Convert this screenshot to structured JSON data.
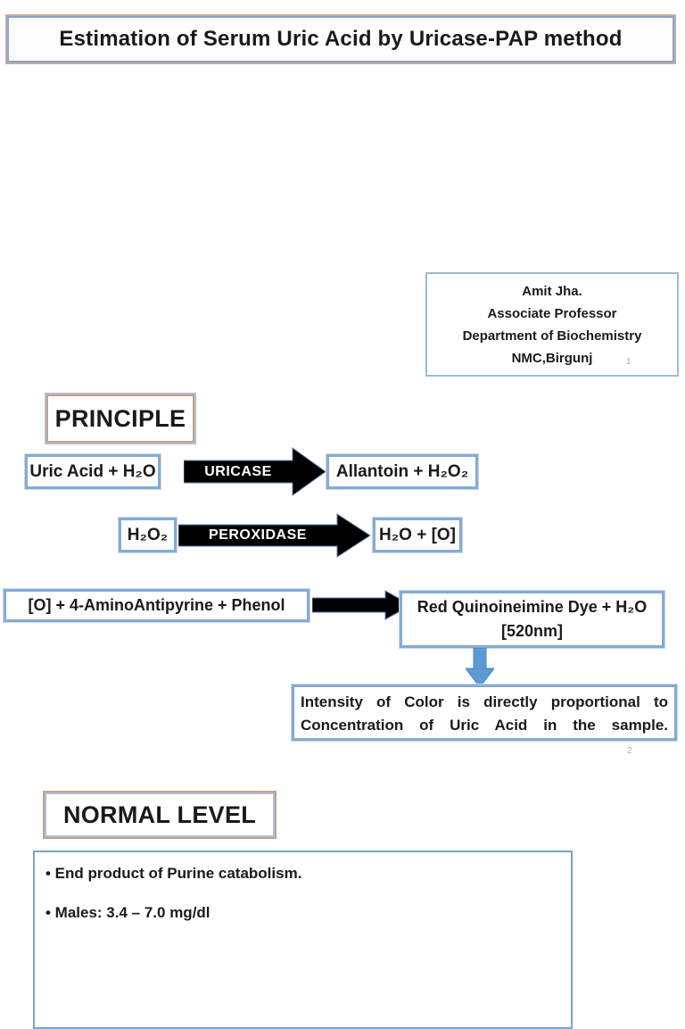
{
  "title": "Estimation of Serum Uric Acid by Uricase-PAP method",
  "author": {
    "lines": [
      "Amit Jha.",
      "Associate Professor",
      "Department of Biochemistry",
      "NMC,Birgunj"
    ]
  },
  "page_numbers": {
    "slide1": "1",
    "slide2": "2"
  },
  "principle": {
    "heading": "PRINCIPLE",
    "reaction1": {
      "substrate": "Uric Acid + H₂O",
      "enzyme": "URICASE",
      "product": "Allantoin + H₂O₂"
    },
    "reaction2": {
      "substrate": "H₂O₂",
      "enzyme": "PEROXIDASE",
      "product": "H₂O + [O]"
    },
    "reaction3": {
      "substrate": "[O] + 4-AminoAntipyrine + Phenol",
      "product_line1": "Red Quinoineimine Dye + H₂O",
      "product_line2": "[520nm]"
    },
    "conclusion_line1": "Intensity of Color is directly proportional to",
    "conclusion_line2": "Concentration of Uric Acid in the sample."
  },
  "normal_level": {
    "heading": "NORMAL LEVEL",
    "bullets": [
      "• End product of Purine catabolism.",
      "• Males: 3.4 – 7.0 mg/dl"
    ]
  },
  "colors": {
    "box_border_blue": "#86abd3",
    "heading_border_tan": "#c9a284",
    "arrow_black": "#000000",
    "down_arrow_blue": "#5b9bd5",
    "text": "#1a1a1a"
  }
}
